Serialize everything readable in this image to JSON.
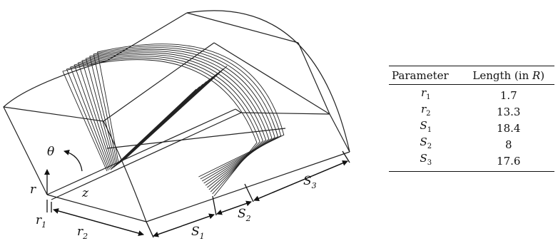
{
  "diagram": {
    "labels": {
      "theta": "θ",
      "z": "z",
      "r": "r",
      "r1": {
        "base": "r",
        "sub": "1"
      },
      "r2": {
        "base": "r",
        "sub": "2"
      },
      "s1": {
        "base": "S",
        "sub": "1"
      },
      "s2": {
        "base": "S",
        "sub": "2"
      },
      "s3": {
        "base": "S",
        "sub": "3"
      }
    }
  },
  "table": {
    "headers": [
      "Parameter",
      "Length (in R)"
    ],
    "rows": [
      {
        "param": "r",
        "sub": "1",
        "value": "1.7"
      },
      {
        "param": "r",
        "sub": "2",
        "value": "13.3"
      },
      {
        "param": "S",
        "sub": "1",
        "value": "18.4"
      },
      {
        "param": "S",
        "sub": "2",
        "value": "8"
      },
      {
        "param": "S",
        "sub": "3",
        "value": "17.6"
      }
    ]
  }
}
